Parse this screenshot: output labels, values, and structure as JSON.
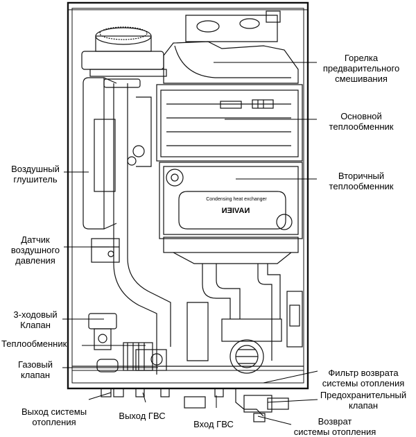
{
  "labels": {
    "burner": "Горелка\nпредварительного\nсмешивания",
    "main_hx": "Основной\nтеплообменник",
    "secondary_hx": "Вторичный\nтеплообменник",
    "air_silencer": "Воздушный\nглушитель",
    "air_sensor": "Датчик\nвоздушного\nдавления",
    "three_way_valve": "3-ходовый\nКлапан",
    "heat_exchanger": "Теплообменник",
    "gas_valve": "Газовый\nклапан",
    "heating_outlet": "Выход системы\nотопления",
    "dhw_outlet": "Выход ГВС",
    "dhw_inlet": "Вход ГВС",
    "return_filter": "Фильтр возврата\nсистемы отопления",
    "safety_valve": "Предохранительный\nклапан",
    "heating_return": "Возврат\nсистемы отопления"
  },
  "nameplate": {
    "line1": "Condensing heat exchanger",
    "line2": "NAVIEN"
  }
}
